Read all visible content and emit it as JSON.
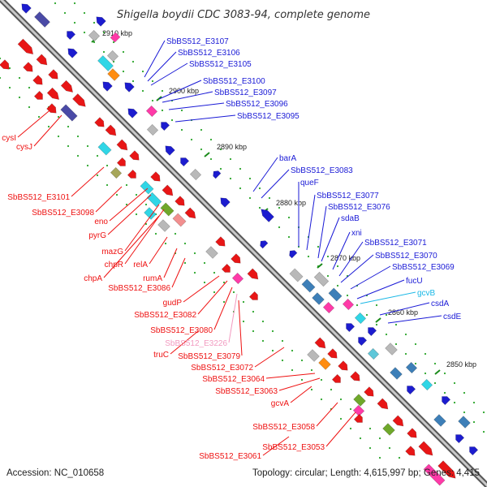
{
  "title": "Shigella boydii CDC 3083-94, complete genome",
  "accession": "Accession: NC_010658",
  "summary": "Topology: circular; Length: 4,615,997 bp; Genes: 4,415",
  "colors": {
    "forward": "#ee1111",
    "reverse": "#1a1ad6",
    "pink_label": "#f29ac0",
    "cyan_label": "#1ab8e6",
    "backbone": "#7a7a7a",
    "tick": "#1a8a1a"
  },
  "kbp_ticks": [
    {
      "label": "2910 kbp"
    },
    {
      "label": "2900 kbp"
    },
    {
      "label": "2890 kbp"
    },
    {
      "label": "2880 kbp"
    },
    {
      "label": "2870 kbp"
    },
    {
      "label": "2860 kbp"
    },
    {
      "label": "2850 kbp"
    }
  ],
  "upper_labels": [
    {
      "text": "SbBS512_E3107",
      "color": "blue"
    },
    {
      "text": "SbBS512_E3106",
      "color": "blue"
    },
    {
      "text": "SbBS512_E3105",
      "color": "blue"
    },
    {
      "text": "SbBS512_E3100",
      "color": "blue"
    },
    {
      "text": "SbBS512_E3097",
      "color": "blue"
    },
    {
      "text": "SbBS512_E3096",
      "color": "blue"
    },
    {
      "text": "SbBS512_E3095",
      "color": "blue"
    },
    {
      "text": "barA",
      "color": "blue"
    },
    {
      "text": "SbBS512_E3083",
      "color": "blue"
    },
    {
      "text": "queF",
      "color": "blue"
    },
    {
      "text": "SbBS512_E3077",
      "color": "blue"
    },
    {
      "text": "SbBS512_E3076",
      "color": "blue"
    },
    {
      "text": "sdaB",
      "color": "blue"
    },
    {
      "text": "xni",
      "color": "blue"
    },
    {
      "text": "SbBS512_E3071",
      "color": "blue"
    },
    {
      "text": "SbBS512_E3070",
      "color": "blue"
    },
    {
      "text": "SbBS512_E3069",
      "color": "blue"
    },
    {
      "text": "fucU",
      "color": "blue"
    },
    {
      "text": "gcvB",
      "color": "cyan"
    },
    {
      "text": "csdA",
      "color": "blue"
    },
    {
      "text": "csdE",
      "color": "blue"
    }
  ],
  "lower_labels": [
    {
      "text": "cysI",
      "color": "red"
    },
    {
      "text": "cysJ",
      "color": "red"
    },
    {
      "text": "SbBS512_E3101",
      "color": "red"
    },
    {
      "text": "SbBS512_E3098",
      "color": "red"
    },
    {
      "text": "eno",
      "color": "red"
    },
    {
      "text": "pyrG",
      "color": "red"
    },
    {
      "text": "mazG",
      "color": "red"
    },
    {
      "text": "chpR",
      "color": "red"
    },
    {
      "text": "chpA",
      "color": "red"
    },
    {
      "text": "relA",
      "color": "red"
    },
    {
      "text": "rumA",
      "color": "red"
    },
    {
      "text": "SbBS512_E3086",
      "color": "red"
    },
    {
      "text": "gudP",
      "color": "red"
    },
    {
      "text": "SbBS512_E3082",
      "color": "red"
    },
    {
      "text": "SbBS512_E3080",
      "color": "red"
    },
    {
      "text": "SbBS512_E3226",
      "color": "pink"
    },
    {
      "text": "truC",
      "color": "red"
    },
    {
      "text": "SbBS512_E3079",
      "color": "red"
    },
    {
      "text": "SbBS512_E3072",
      "color": "red"
    },
    {
      "text": "SbBS512_E3064",
      "color": "red"
    },
    {
      "text": "SbBS512_E3063",
      "color": "red"
    },
    {
      "text": "gcvA",
      "color": "red"
    },
    {
      "text": "SbBS512_E3058",
      "color": "red"
    },
    {
      "text": "SbBS512_E3053",
      "color": "red"
    },
    {
      "text": "SbBS512_E3061",
      "color": "red"
    }
  ]
}
